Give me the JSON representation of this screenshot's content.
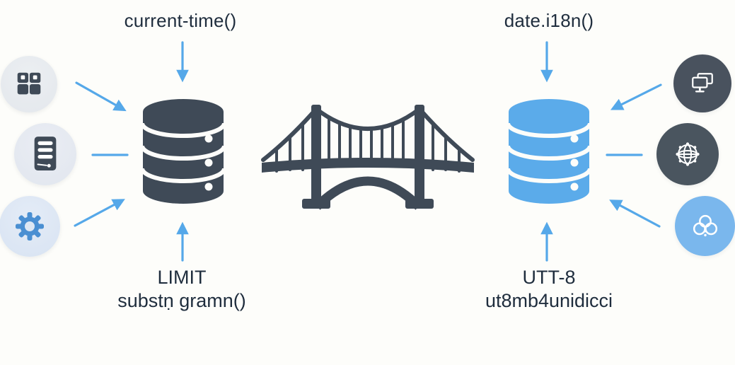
{
  "diagram_title": "database-migration-bridge-diagram",
  "labels": {
    "top_left": "current-time()",
    "top_right": "date.i18n()",
    "bottom_left_line1": "LIMIT",
    "bottom_left_line2": "substṇ gramn()",
    "bottom_right_line1": "UTT-8",
    "bottom_right_line2": "ut8mb4unidicci"
  },
  "left_icons": [
    {
      "name": "app-grid-icon",
      "bg": "#e7eaee",
      "fg": "#3f4a57"
    },
    {
      "name": "server-icon",
      "bg": "#e5e9f0",
      "fg": "#3f4a57"
    },
    {
      "name": "gear-icon",
      "bg": "#dde7f3",
      "fg": "#4a8fd2"
    }
  ],
  "right_icons": [
    {
      "name": "monitors-icon",
      "bg": "#49525e",
      "fg": "#ffffff"
    },
    {
      "name": "globe-network-icon",
      "bg": "#4a555f",
      "fg": "#ffffff"
    },
    {
      "name": "cloud-cluster-icon",
      "bg": "#7ab7ed",
      "fg": "#ffffff"
    }
  ],
  "colors": {
    "arrow": "#55a8e9",
    "db_left": "#3f4a57",
    "db_right": "#5babea",
    "bridge": "#3f4a57",
    "text": "#1f2d3d",
    "background": "#fdfdfa"
  }
}
